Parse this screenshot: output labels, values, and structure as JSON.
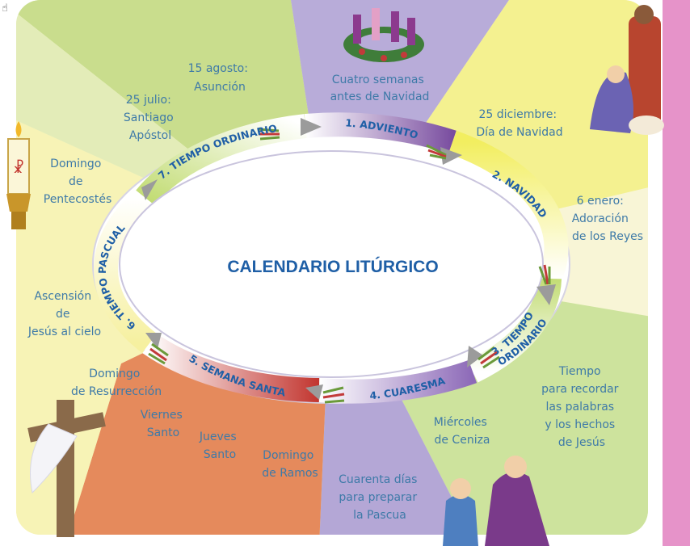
{
  "title": "CALENDARIO LITÚRGICO",
  "segments": [
    {
      "label": "1. ADVIENTO"
    },
    {
      "label": "2. NAVIDAD"
    },
    {
      "label": "3. TIEMPO"
    },
    {
      "label": "ORDINARIO"
    },
    {
      "label": "4. CUARESMA"
    },
    {
      "label": "5. SEMANA SANTA"
    },
    {
      "label": "6. TIEMPO PASCUAL"
    },
    {
      "label": "7. TIEMPO ORDINARIO"
    }
  ],
  "notes": [
    {
      "lines": [
        "15 agosto:",
        "Asunción"
      ]
    },
    {
      "lines": [
        "Cuatro semanas",
        "antes de Navidad"
      ]
    },
    {
      "lines": [
        "25 julio:",
        "Santiago",
        "Apóstol"
      ]
    },
    {
      "lines": [
        "25 diciembre:",
        "Día de Navidad"
      ]
    },
    {
      "lines": [
        "Domingo",
        "de",
        "Pentecostés"
      ]
    },
    {
      "lines": [
        "6 enero:",
        "Adoración",
        "de los Reyes"
      ]
    },
    {
      "lines": [
        "Ascensión",
        "de",
        "Jesús al cielo"
      ]
    },
    {
      "lines": [
        "Tiempo",
        "para recordar",
        "las palabras",
        "y los hechos",
        "de Jesús"
      ]
    },
    {
      "lines": [
        "Domingo",
        "de Resurrección"
      ]
    },
    {
      "lines": [
        "Miércoles",
        "de Ceniza"
      ]
    },
    {
      "lines": [
        "Viernes",
        "Santo"
      ]
    },
    {
      "lines": [
        "Jueves",
        "Santo"
      ]
    },
    {
      "lines": [
        "Domingo",
        "de Ramos"
      ]
    },
    {
      "lines": [
        "Cuarenta días",
        "para preparar",
        "la Pascua"
      ]
    }
  ],
  "colors": {
    "green": "#bcd67e",
    "purple": "#b3a6d4",
    "yellow": "#f4f08e",
    "cream": "#faf6d8",
    "lightgreen": "#cfe3a0",
    "red": "#e07a52",
    "palegreen": "#eef3c8",
    "pink_bar": "#e693c9",
    "text_blue": "#3e7aa8"
  }
}
